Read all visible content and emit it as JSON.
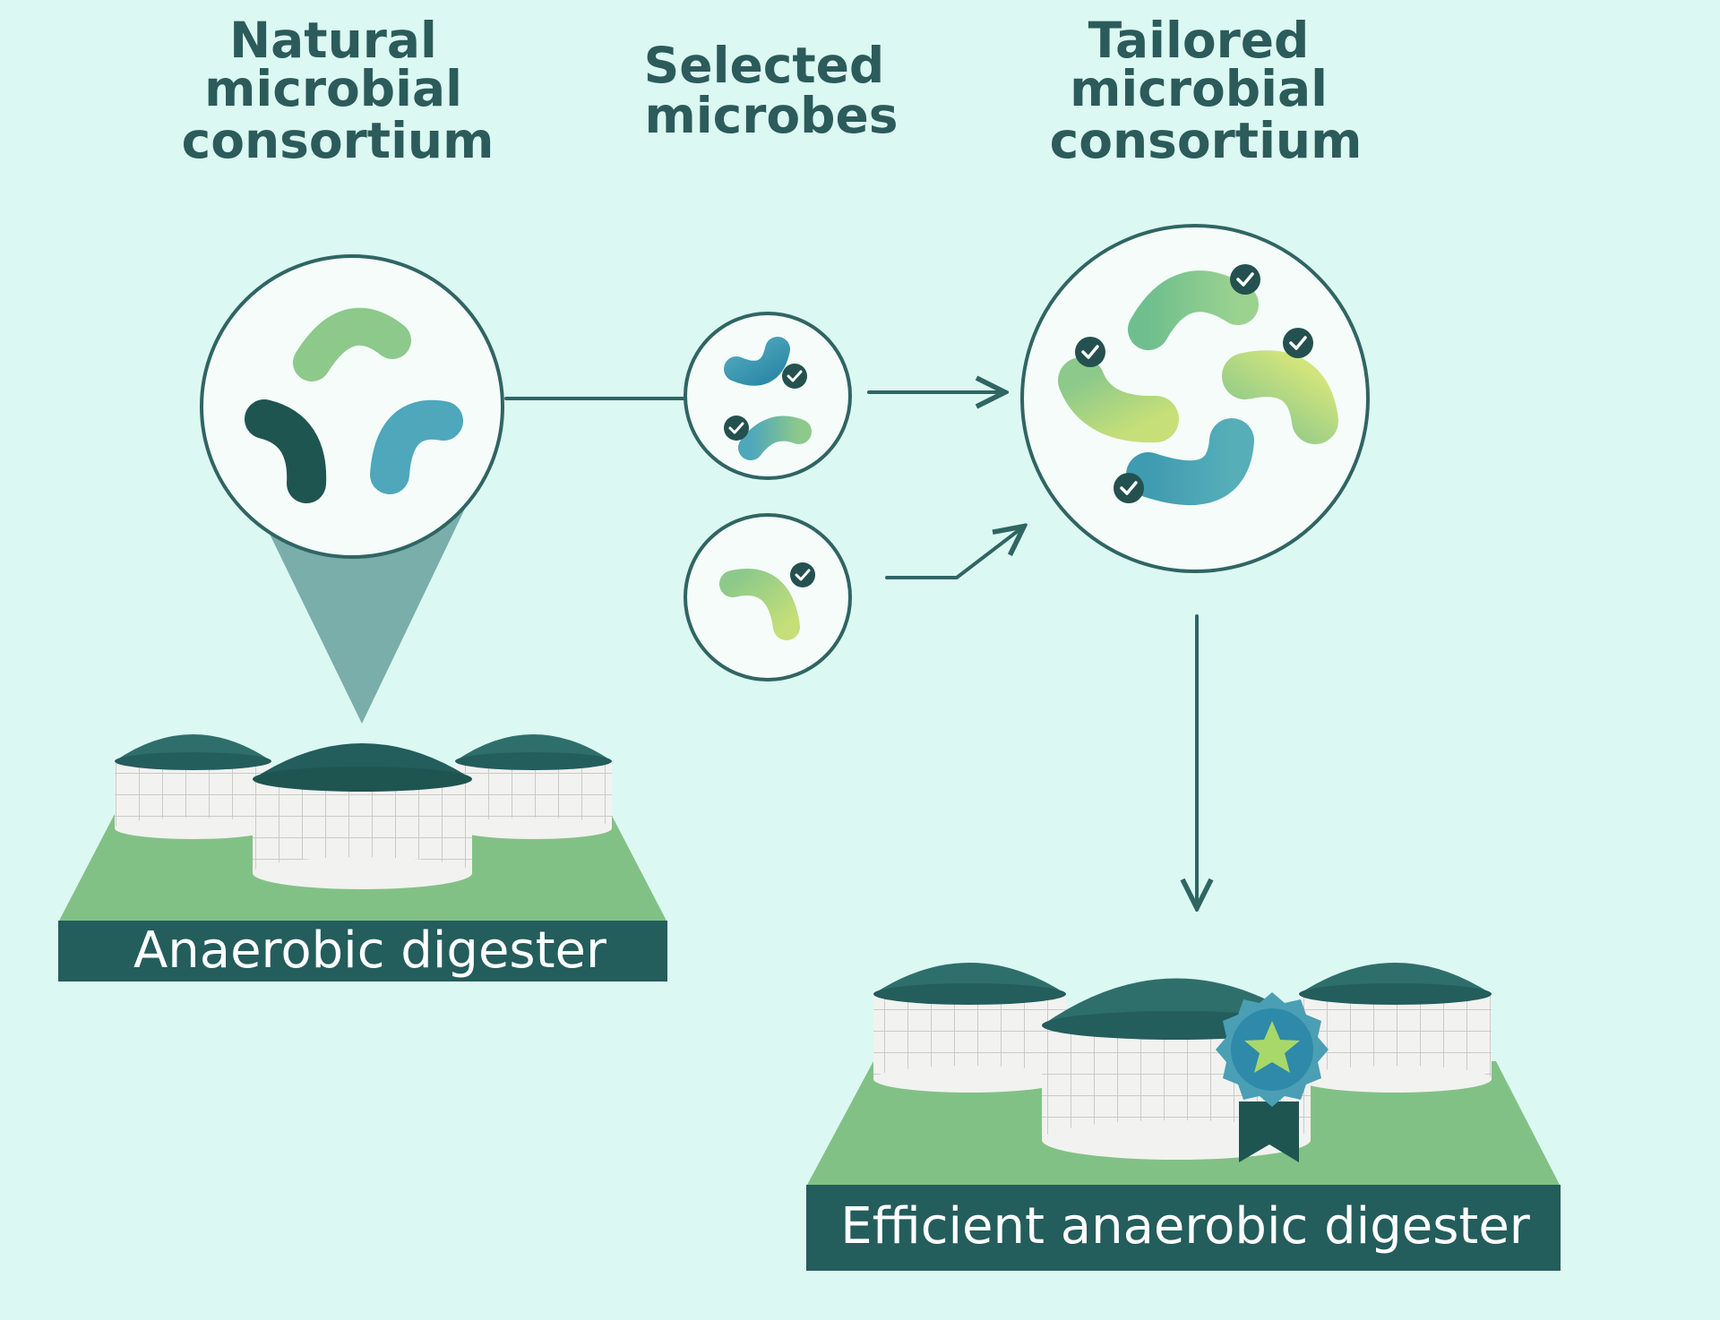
{
  "colors": {
    "background": "#dcf8f2",
    "heading": "#2b5b5a",
    "dark_teal": "#235d5c",
    "tank_top": "#2e6f6c",
    "line": "#2f6563",
    "plate_top": "#82c186",
    "circle_fill": "#f5fcfa",
    "cone": "#7aaeab",
    "tank_wall": "#f2f2f0",
    "tank_grid": "#c8ccc9",
    "badge_outer": "#4a9fb4",
    "badge_inner": "#2e8aa8",
    "star": "#a9d86a",
    "ribbon": "#1f5551",
    "check_badge": "#24514f",
    "microbe_light_green": "#8cc98a",
    "microbe_dark_teal": "#1f5551",
    "microbe_blue": "#4ea7bb",
    "microbe_lime": "#c6df78"
  },
  "headings": {
    "natural": [
      "Natural",
      "microbial",
      "consortium"
    ],
    "selected": [
      "Selected",
      "microbes"
    ],
    "tailored": [
      "Tailored",
      "microbial",
      "consortium"
    ]
  },
  "labels": {
    "digester": "Anaerobic digester",
    "efficient_digester": "Efficient anaerobic digester"
  },
  "icons": {
    "check": "check-badge-icon",
    "award": "award-ribbon-icon",
    "star": "star-icon",
    "microbe": "microbe-icon"
  }
}
